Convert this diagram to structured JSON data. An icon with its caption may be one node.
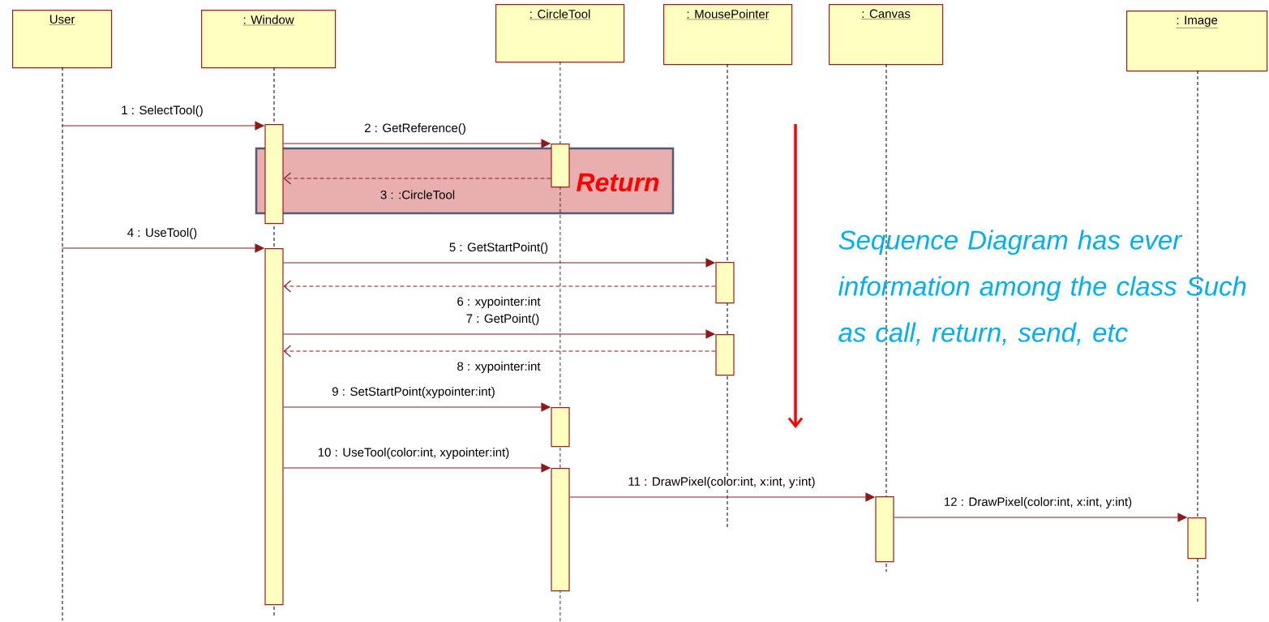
{
  "diagram": {
    "nodes": [
      {
        "text": [
          "User"
        ]
      },
      {
        "text": [
          ": Window"
        ]
      },
      {
        "text": [
          ": CircleTool"
        ]
      },
      {
        "text": [
          ": MousePointer"
        ]
      },
      {
        "text": [
          ": Canvas"
        ]
      },
      {
        "text": [
          ": Image"
        ]
      },
      {
        "text": [],
        "shape": "bar"
      },
      {
        "text": [],
        "shape": "bar"
      },
      {
        "text": [],
        "shape": "bar"
      },
      {
        "text": [],
        "shape": "bar"
      },
      {
        "text": [],
        "shape": "bar"
      },
      {
        "text": [],
        "shape": "bar"
      },
      {
        "text": [],
        "shape": "bar"
      },
      {
        "text": [],
        "shape": "bar"
      },
      {
        "text": [],
        "shape": "bar"
      }
    ],
    "edges": [
      {
        "from": 0,
        "to": 6,
        "arrow": "to",
        "label": "1 : SelectTool()"
      },
      {
        "from": 6,
        "to": 7,
        "arrow": "to",
        "label": "2 : GetReference()"
      },
      {
        "from": 7,
        "to": 6,
        "arrow": "to",
        "label": "3 : :CircleTool",
        "style": "dashed"
      },
      {
        "from": 0,
        "to": 8,
        "arrow": "to",
        "label": "4 : UseTool()"
      },
      {
        "from": 8,
        "to": 9,
        "arrow": "to",
        "label": "5 : GetStartPoint()"
      },
      {
        "from": 9,
        "to": 8,
        "arrow": "to",
        "label": "6 : xypointer:int",
        "style": "dashed"
      },
      {
        "from": 8,
        "to": 10,
        "arrow": "to",
        "label": "7 : GetPoint()"
      },
      {
        "from": 10,
        "to": 8,
        "arrow": "to",
        "label": "8 : xypointer:int",
        "style": "dashed"
      },
      {
        "from": 8,
        "to": 11,
        "arrow": "to",
        "label": "9 : SetStartPoint(xypointer:int)"
      },
      {
        "from": 8,
        "to": 12,
        "arrow": "to",
        "label": "10 : UseTool(color:int, xypointer:int)"
      },
      {
        "from": 12,
        "to": 13,
        "arrow": "to",
        "label": "11 : DrawPixel(color:int, x:int, y:int)"
      },
      {
        "from": 13,
        "to": 14,
        "arrow": "to",
        "label": "12 : DrawPixel(color:int, x:int, y:int)"
      }
    ],
    "labels": [
      "Return",
      "Sequence Diagram has ever information among the class Such as call, return, send, etc"
    ]
  }
}
